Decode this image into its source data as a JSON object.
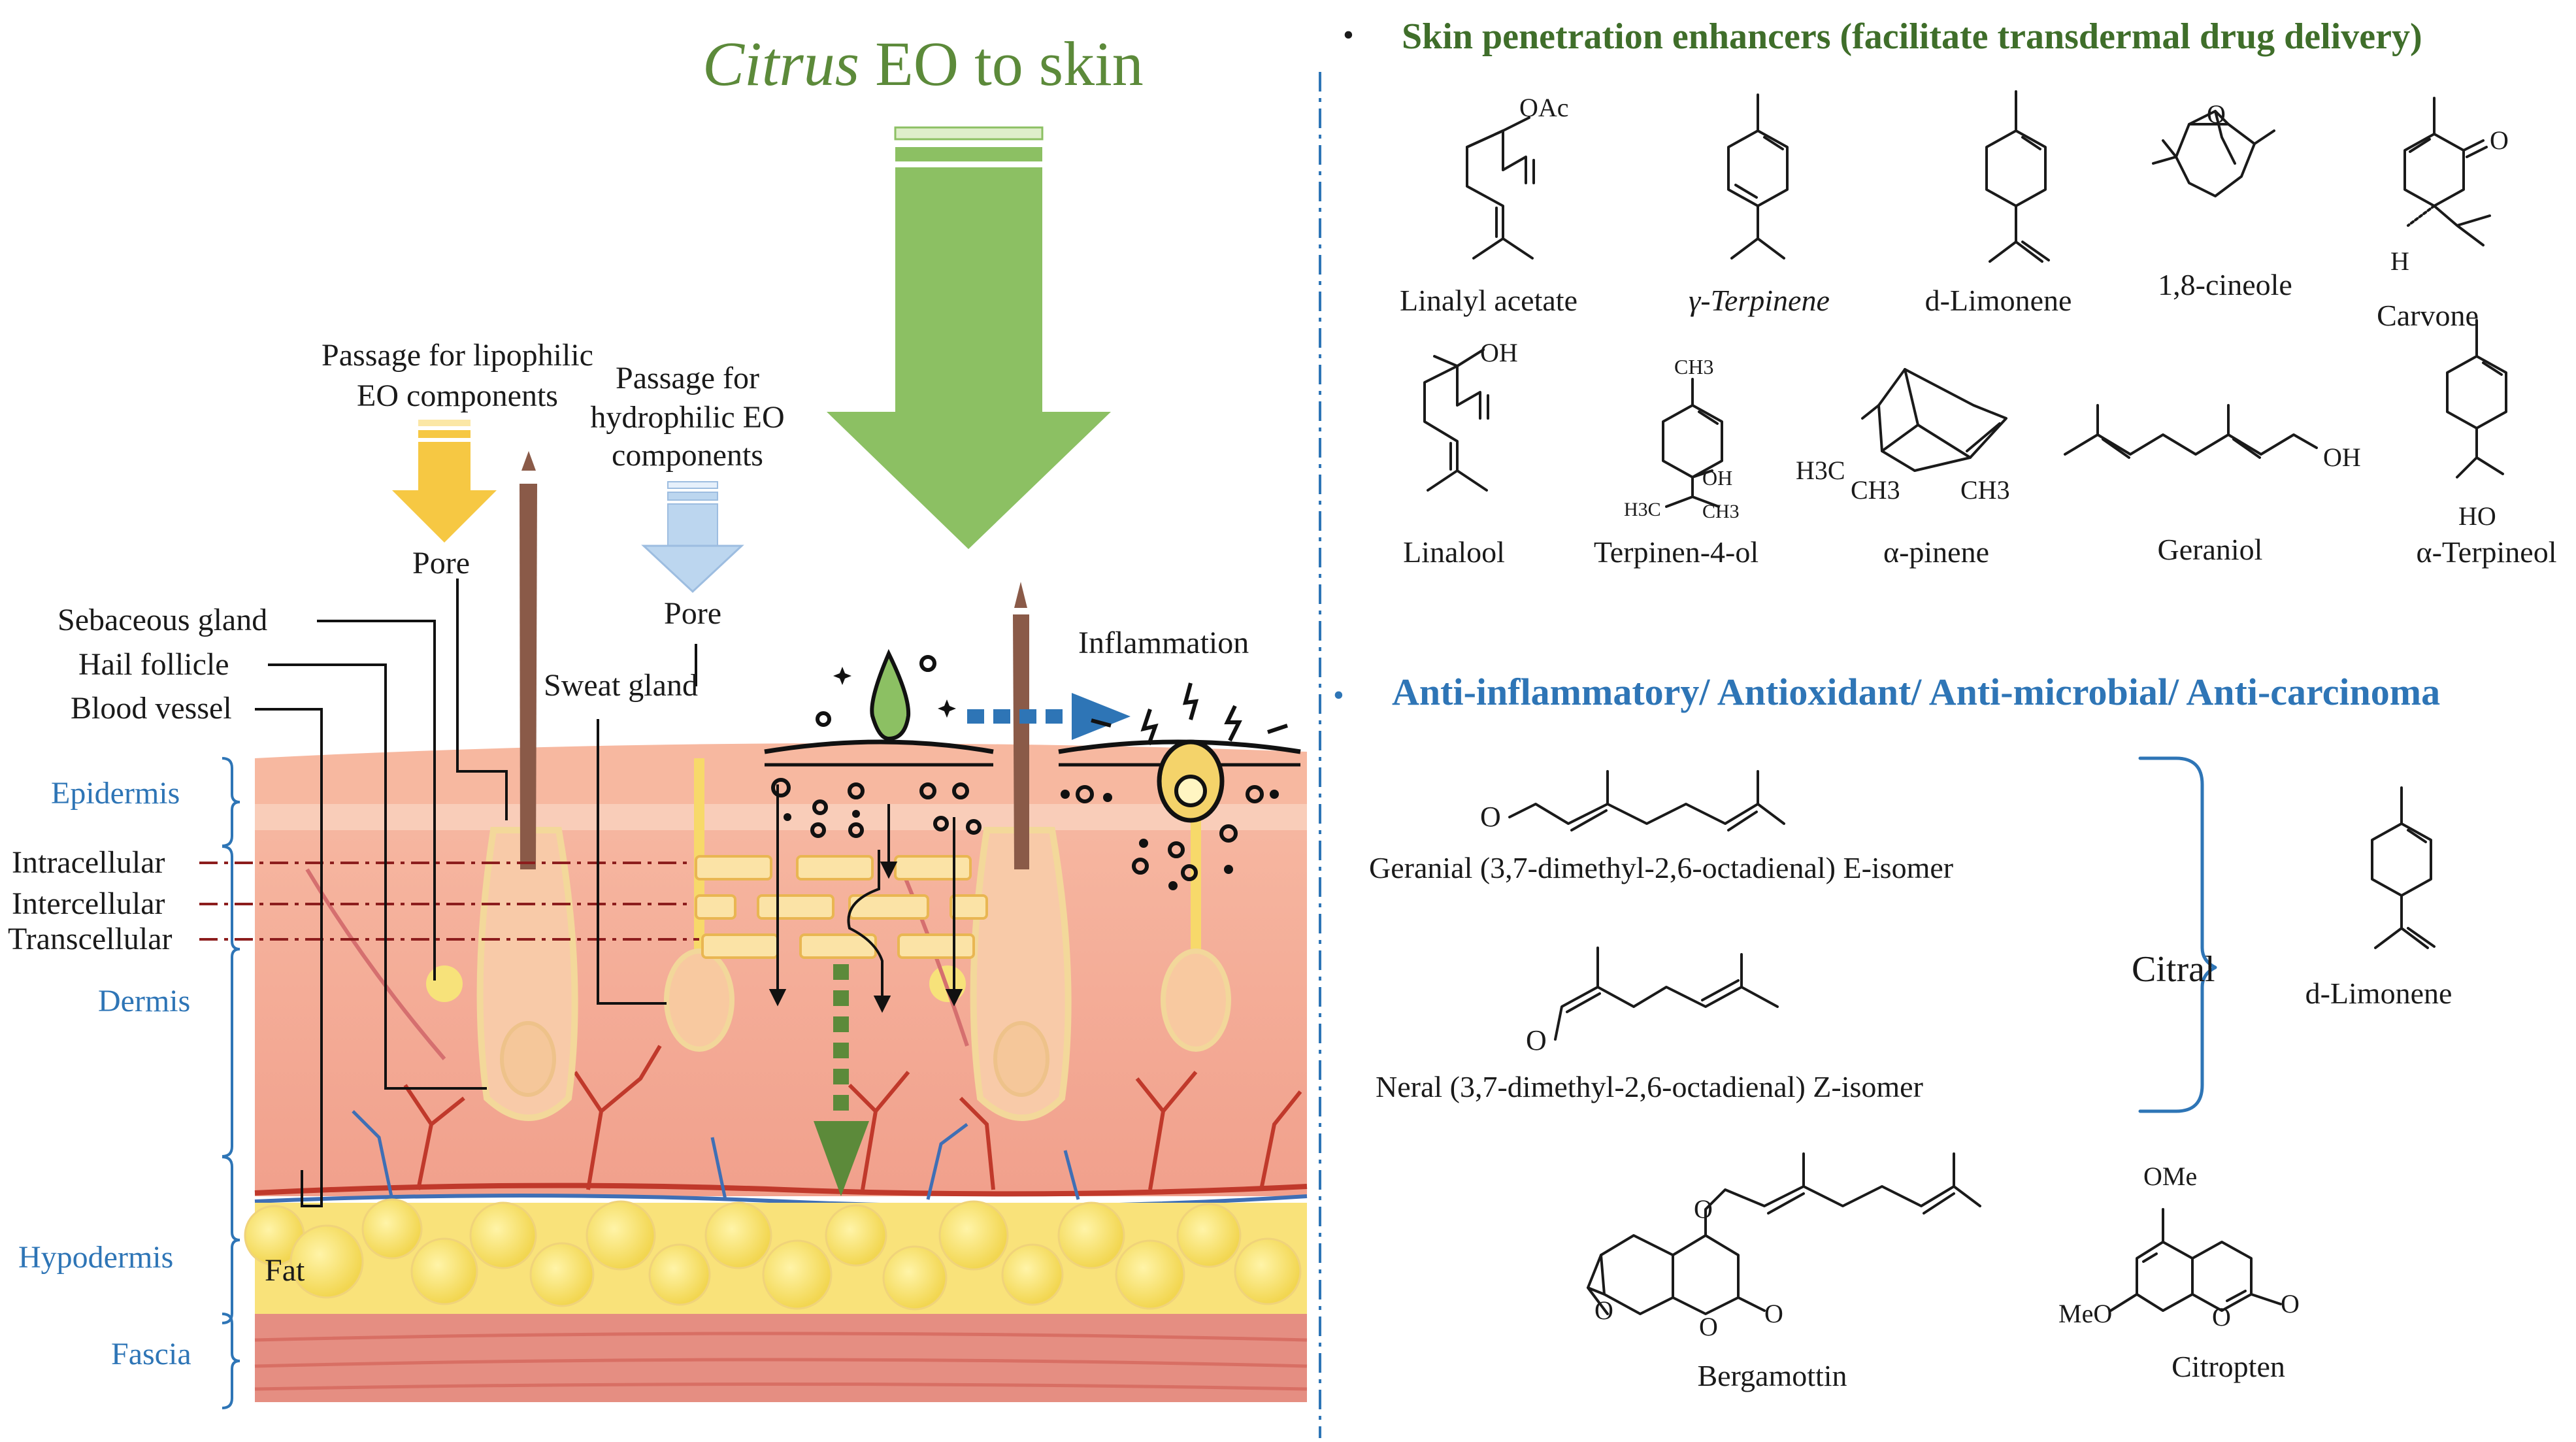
{
  "title": {
    "italic": "Citrus",
    "rest": "EO to skin"
  },
  "labels": {
    "lipophilic": [
      "Passage for lipophilic",
      "EO components"
    ],
    "hydrophilic": [
      "Passage for",
      "hydrophilic EO",
      "components"
    ],
    "pore_left": "Pore",
    "pore_right": "Pore",
    "sebaceous": "Sebaceous gland",
    "hair": "Hail follicle",
    "blood": "Blood vessel",
    "sweat": "Sweat gland",
    "inflammation": "Inflammation",
    "intracellular": "Intracellular",
    "intercellular": "Intercellular",
    "transcellular": "Transcellular",
    "fat": "Fat"
  },
  "layers": {
    "epidermis": "Epidermis",
    "dermis": "Dermis",
    "hypodermis": "Hypodermis",
    "fascia": "Fascia"
  },
  "right": {
    "bullet": "•",
    "heading1": "Skin penetration enhancers (facilitate transdermal drug delivery)",
    "heading2": "Anti-inflammatory/ Antioxidant/ Anti-microbial/ Anti-carcinoma",
    "enhancers_row1": [
      "Linalyl acetate",
      "γ-Terpinene",
      "d-Limonene",
      "1,8-cineole",
      "Carvone"
    ],
    "enhancers_row2": [
      "Linalool",
      "Terpinen-4-ol",
      "α-pinene",
      "Geraniol",
      "α-Terpineol"
    ],
    "geranial": "Geranial  (3,7-dimethyl-2,6-octadienal)  E-isomer",
    "neral": "Neral  (3,7-dimethyl-2,6-octadienal)  Z-isomer",
    "citral": "Citral",
    "limonene2": "d-Limonene",
    "bergamottin": "Bergamottin",
    "citropten": "Citropten",
    "atoms": {
      "oac": "OAc",
      "oh": "OH",
      "ch3": "CH3",
      "h3c": "H3C",
      "ho": "HO",
      "o": "O",
      "h": "H",
      "ome": "OMe",
      "meo": "MeO"
    }
  },
  "colors": {
    "skin": "#f2a58e",
    "epidermis": "#f7c1a8",
    "dermis": "#f5b19a",
    "fat": "#f8e36a",
    "fascia": "#e07a70",
    "green_arrow": "#8cc063",
    "yellow_arrow": "#f6c843",
    "blue_arrow": "#bcd6ef",
    "blue_text": "#2e75b6",
    "green_text": "#3f6e2a"
  }
}
